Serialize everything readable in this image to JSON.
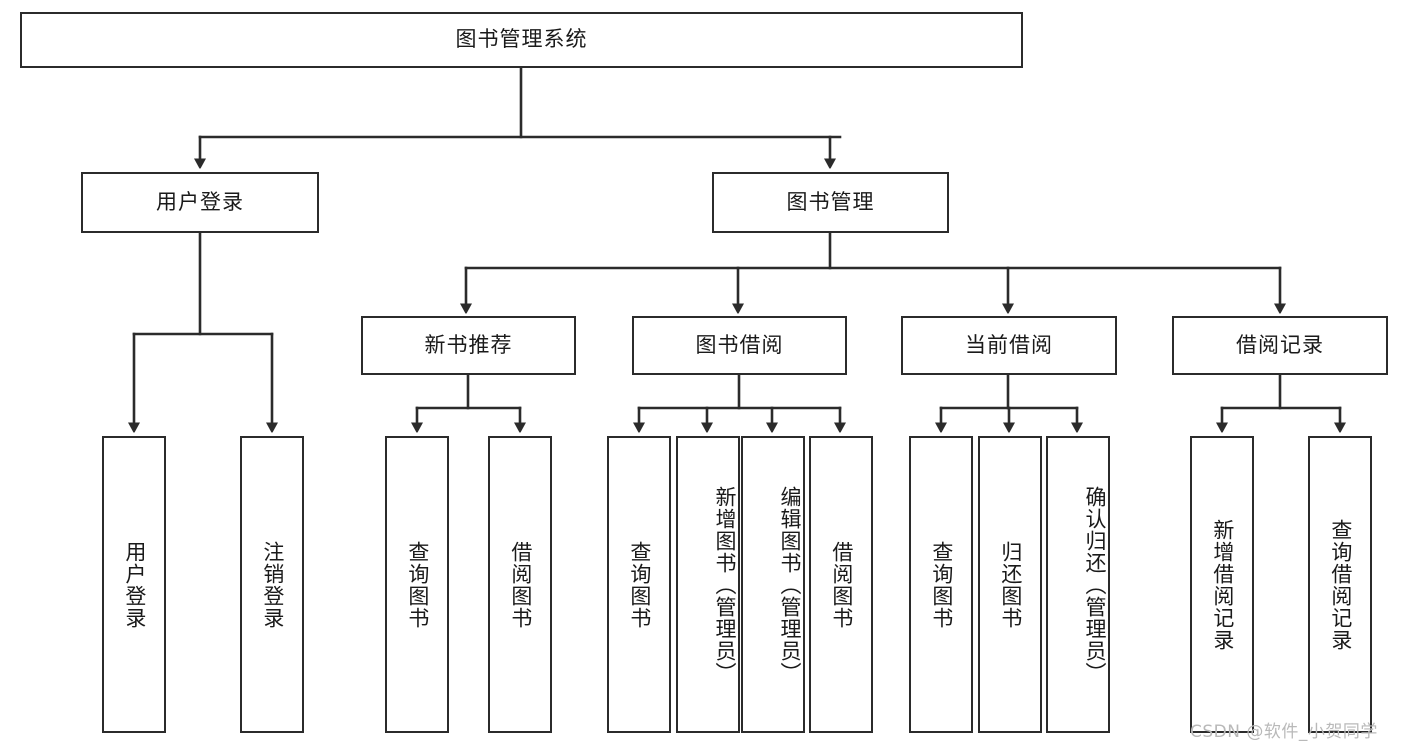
{
  "diagram": {
    "type": "tree-hierarchy",
    "title": "图书管理系统",
    "watermark": "CSDN @软件_小贺同学",
    "colors": {
      "stroke": "#2b2b2b",
      "fill": "#ffffff",
      "text": "#1a1a1a",
      "watermark": "#b9b9b9"
    },
    "root": {
      "label": "图书管理系统",
      "orientation": "horizontal"
    },
    "level2": [
      {
        "label": "用户登录",
        "orientation": "horizontal"
      },
      {
        "label": "图书管理",
        "orientation": "horizontal"
      }
    ],
    "level3": [
      {
        "label": "新书推荐",
        "orientation": "horizontal"
      },
      {
        "label": "图书借阅",
        "orientation": "horizontal"
      },
      {
        "label": "当前借阅",
        "orientation": "horizontal"
      },
      {
        "label": "借阅记录",
        "orientation": "horizontal"
      }
    ],
    "leaves": {
      "user_login": [
        {
          "label": "用户登录",
          "orientation": "vertical"
        },
        {
          "label": "注销登录",
          "orientation": "vertical"
        }
      ],
      "new_book_recommend": [
        {
          "label": "查询图书",
          "orientation": "vertical"
        },
        {
          "label": "借阅图书",
          "orientation": "vertical"
        }
      ],
      "book_borrow": [
        {
          "label": "查询图书",
          "orientation": "vertical"
        },
        {
          "label": "新增图书（管理员）",
          "orientation": "vertical"
        },
        {
          "label": "编辑图书（管理员）",
          "orientation": "vertical"
        },
        {
          "label": "借阅图书",
          "orientation": "vertical"
        }
      ],
      "current_borrow": [
        {
          "label": "查询图书",
          "orientation": "vertical"
        },
        {
          "label": "归还图书",
          "orientation": "vertical"
        },
        {
          "label": "确认归还（管理员）",
          "orientation": "vertical"
        }
      ],
      "borrow_record": [
        {
          "label": "新增借阅记录",
          "orientation": "vertical"
        },
        {
          "label": "查询借阅记录",
          "orientation": "vertical"
        }
      ]
    }
  }
}
